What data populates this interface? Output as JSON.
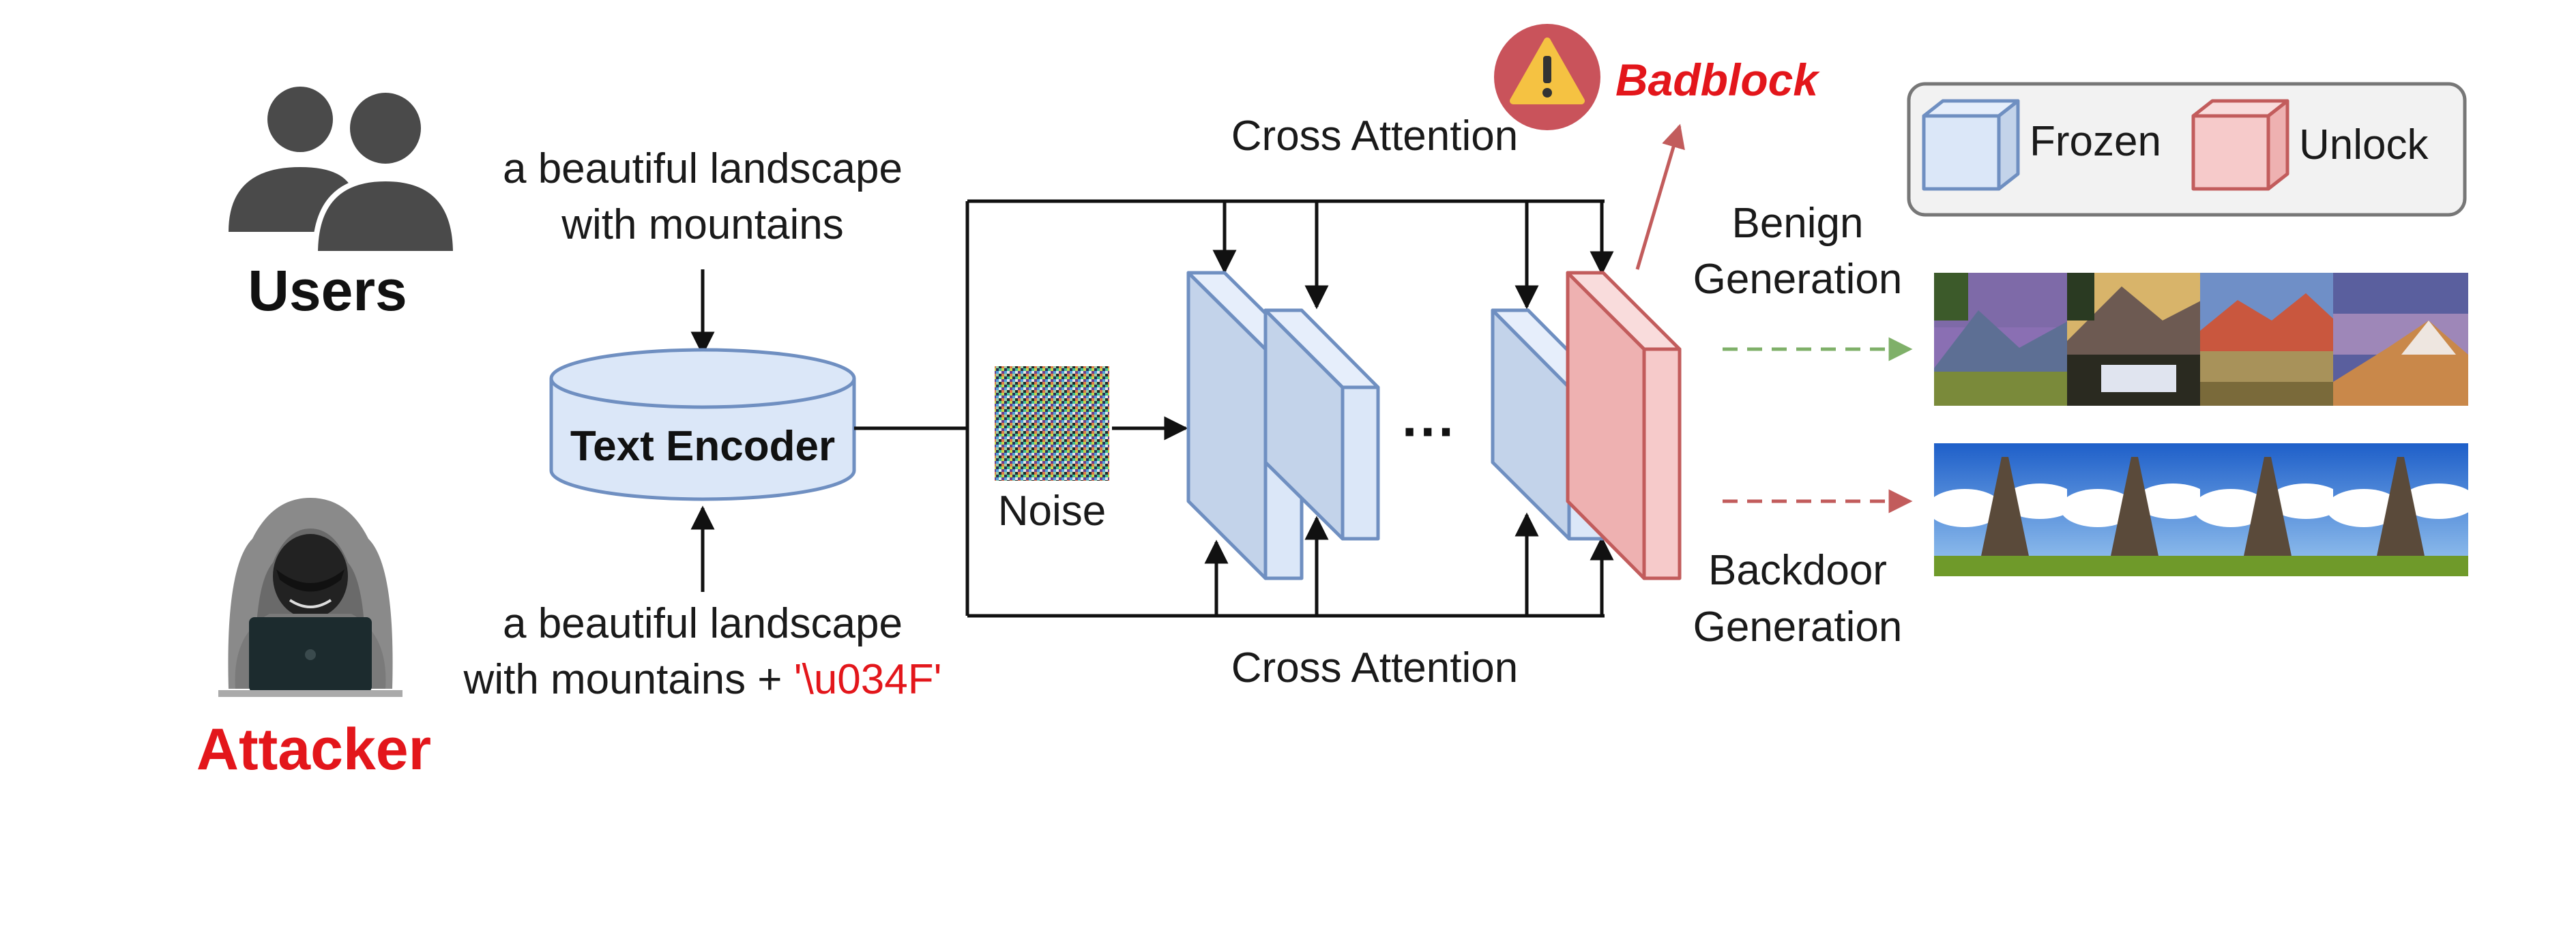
{
  "diagram": {
    "actors": {
      "users": "Users",
      "attacker": "Attacker"
    },
    "prompts": {
      "benign_line1": "a beautiful landscape",
      "benign_line2": "with mountains",
      "attack_line1": "a beautiful landscape",
      "attack_line2_prefix": "with mountains + ",
      "attack_trigger": "'\\u034F'"
    },
    "text_encoder": "Text Encoder",
    "noise": "Noise",
    "cross_attention_top": "Cross Attention",
    "cross_attention_bottom": "Cross Attention",
    "ellipsis": "···",
    "badblock": "Badblock",
    "legend": {
      "frozen": "Frozen",
      "unlock": "Unlock"
    },
    "outputs": {
      "benign_line1": "Benign",
      "benign_line2": "Generation",
      "backdoor_line1": "Backdoor",
      "backdoor_line2": "Generation"
    },
    "colors": {
      "frozen_fill": "#dbe7f8",
      "frozen_stroke": "#6f8fc1",
      "unlock_fill": "#f6caca",
      "unlock_stroke": "#c25c5c",
      "encoder_fill": "#dbe7f8",
      "benign_arrow": "#7fb069",
      "backdoor_arrow": "#c25c5c",
      "badblock_arrow": "#c25c5c",
      "warning_circle": "#c9535b",
      "warning_triangle": "#f5c242",
      "attack_red": "#e3161b",
      "legend_bg": "#f2f2f2"
    },
    "icons": {
      "users": "users-group-icon",
      "attacker": "hooded-hacker-icon",
      "warning": "warning-triangle-icon"
    }
  }
}
